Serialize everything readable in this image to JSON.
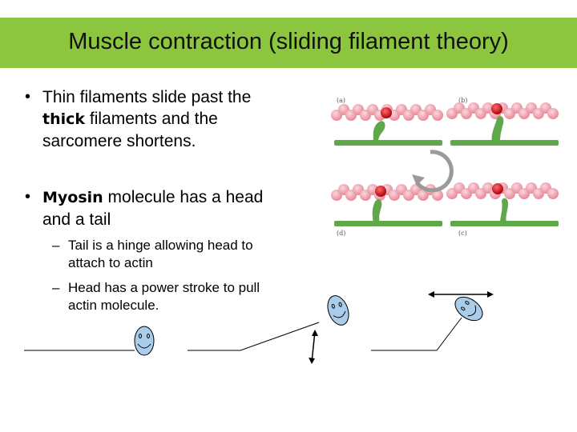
{
  "slide": {
    "title": "Muscle contraction (sliding filament theory)",
    "bullets": [
      {
        "lines": [
          {
            "pre": "Thin filaments slide past the",
            "bold": "",
            "post": ""
          },
          {
            "pre": "",
            "bold": "thick",
            "post": " filaments and the"
          },
          {
            "pre": "sarcomere shortens.",
            "bold": "",
            "post": ""
          }
        ]
      },
      {
        "lines": [
          {
            "pre": "",
            "bold": "Myosin",
            "post": " molecule has a head"
          },
          {
            "pre": "and a tail",
            "bold": "",
            "post": ""
          }
        ],
        "subbullets": [
          {
            "lines": [
              "Tail is a hinge allowing head to",
              "attach to actin"
            ]
          },
          {
            "lines": [
              "Head has a power stroke to pull",
              "actin molecule."
            ]
          }
        ]
      }
    ],
    "figure": {
      "panel_labels": [
        "(a)",
        "(b)",
        "(c)",
        "(d)"
      ]
    },
    "colors": {
      "title_bar": "#8cc63f",
      "actin_bead": "#f2a7b3",
      "myosin": "#5fa84a",
      "binding_site": "#e0101a",
      "smiley_face": "#a9cdeb"
    },
    "icons": [
      "bullet-dot",
      "dash",
      "cycle-arrow-icon",
      "smiley-face-icon",
      "double-arrow-icon"
    ]
  }
}
